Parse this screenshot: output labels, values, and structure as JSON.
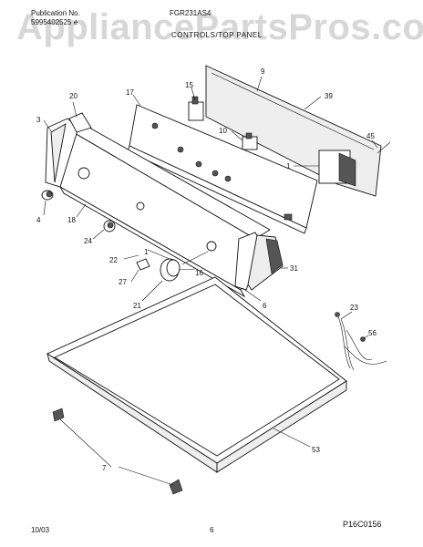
{
  "header": {
    "publication_label": "Publication No.",
    "publication_value": "5995402525 e",
    "model": "FGR231AS4",
    "section_title": "CONTROLS/TOP PANEL"
  },
  "watermark": "AppliancePartsPros.com",
  "callouts": [
    "1",
    "1",
    "3",
    "4",
    "6",
    "7",
    "9",
    "10",
    "15",
    "16",
    "17",
    "18",
    "20",
    "21",
    "22",
    "23",
    "24",
    "27",
    "31",
    "39",
    "45",
    "53",
    "56"
  ],
  "figure_code": "P16C0156",
  "footer": {
    "date": "10/03",
    "page": "6"
  }
}
